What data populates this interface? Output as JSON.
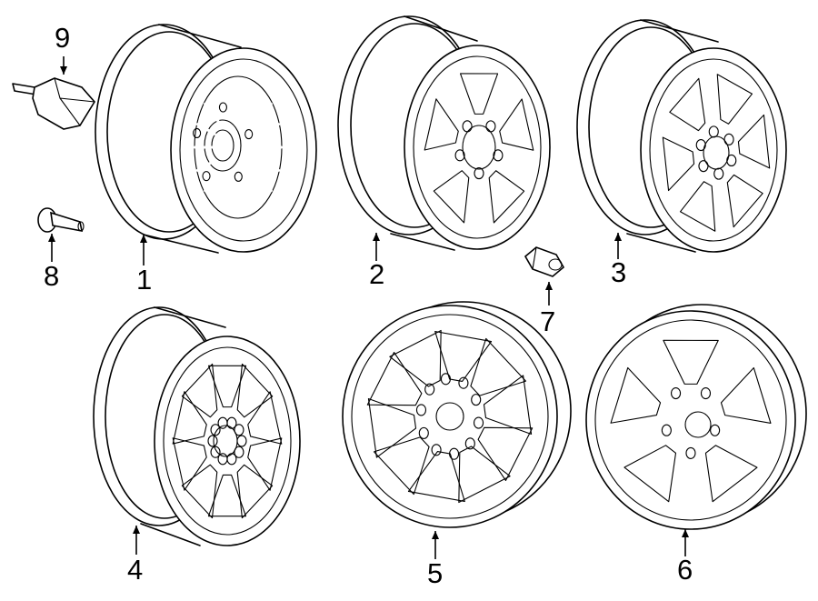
{
  "diagram": {
    "parts": [
      {
        "id": "wheel-1",
        "callout": "1"
      },
      {
        "id": "wheel-2",
        "callout": "2"
      },
      {
        "id": "wheel-3",
        "callout": "3"
      },
      {
        "id": "wheel-4",
        "callout": "4"
      },
      {
        "id": "wheel-5",
        "callout": "5"
      },
      {
        "id": "wheel-6",
        "callout": "6"
      },
      {
        "id": "lug-nut",
        "callout": "7"
      },
      {
        "id": "valve-stem",
        "callout": "8"
      },
      {
        "id": "tpms-sensor",
        "callout": "9"
      }
    ]
  }
}
